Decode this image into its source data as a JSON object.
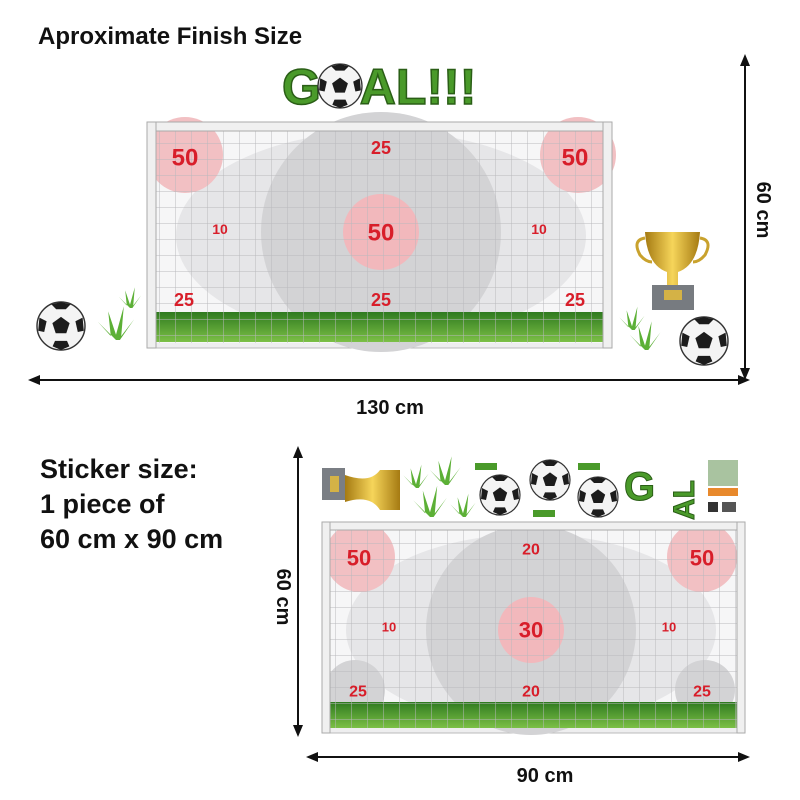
{
  "heading_finish": "Aproximate Finish Size",
  "title_art": "GOAL!!!",
  "finish": {
    "width": "130 cm",
    "height": "60 cm",
    "scores": {
      "top_left": "50",
      "top_center": "25",
      "top_right": "50",
      "mid_left": "10",
      "center": "50",
      "mid_right": "10",
      "bottom_left": "25",
      "bottom_center": "25",
      "bottom_right": "25"
    }
  },
  "sticker": {
    "heading_line1": "Sticker size:",
    "heading_line2": "1 piece of",
    "heading_line3": "60 cm x 90 cm",
    "width": "90 cm",
    "height": "60 cm",
    "scores": {
      "top_left": "50",
      "top_center": "20",
      "top_right": "50",
      "mid_left": "10",
      "center": "30",
      "mid_right": "10",
      "bottom_left": "25",
      "bottom_center": "20",
      "bottom_right": "25"
    }
  },
  "colors": {
    "score_red": "#d81e2a",
    "grass": "#4f9a2c",
    "pink": "#f2b8bc",
    "grey_zone": "#d3d3d5"
  }
}
